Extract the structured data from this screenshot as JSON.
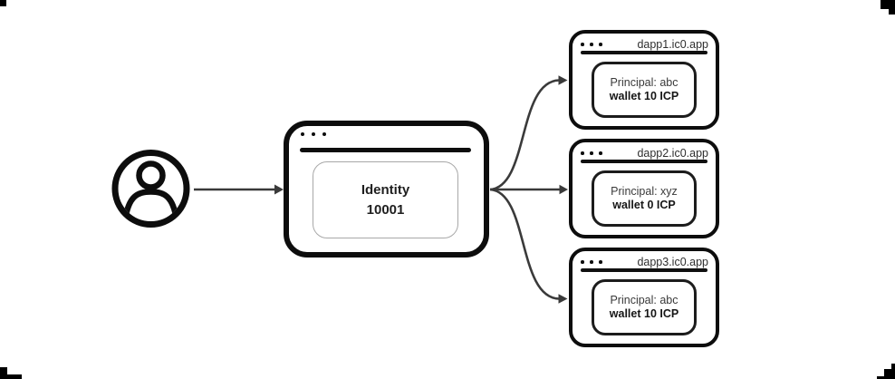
{
  "colors": {
    "background": "#ffffff",
    "ink": "#0d0d0d",
    "arrow": "#3a3a3a",
    "inner_box_border_light": "#a8a8a8",
    "inner_box_border_dark": "#1c1c1c",
    "text_primary": "#1f1f1f",
    "text_secondary": "#3a3a3a"
  },
  "icons": {
    "user": "person-icon",
    "window_controls": "ellipsis-dots-icon"
  },
  "identity": {
    "line1": "Identity",
    "line2": "10001"
  },
  "dapps": [
    {
      "title": "dapp1.ic0.app",
      "principal": "Principal: abc",
      "wallet": "wallet 10 ICP"
    },
    {
      "title": "dapp2.ic0.app",
      "principal": "Principal: xyz",
      "wallet": "wallet 0 ICP"
    },
    {
      "title": "dapp3.ic0.app",
      "principal": "Principal: abc",
      "wallet": "wallet 10 ICP"
    }
  ]
}
